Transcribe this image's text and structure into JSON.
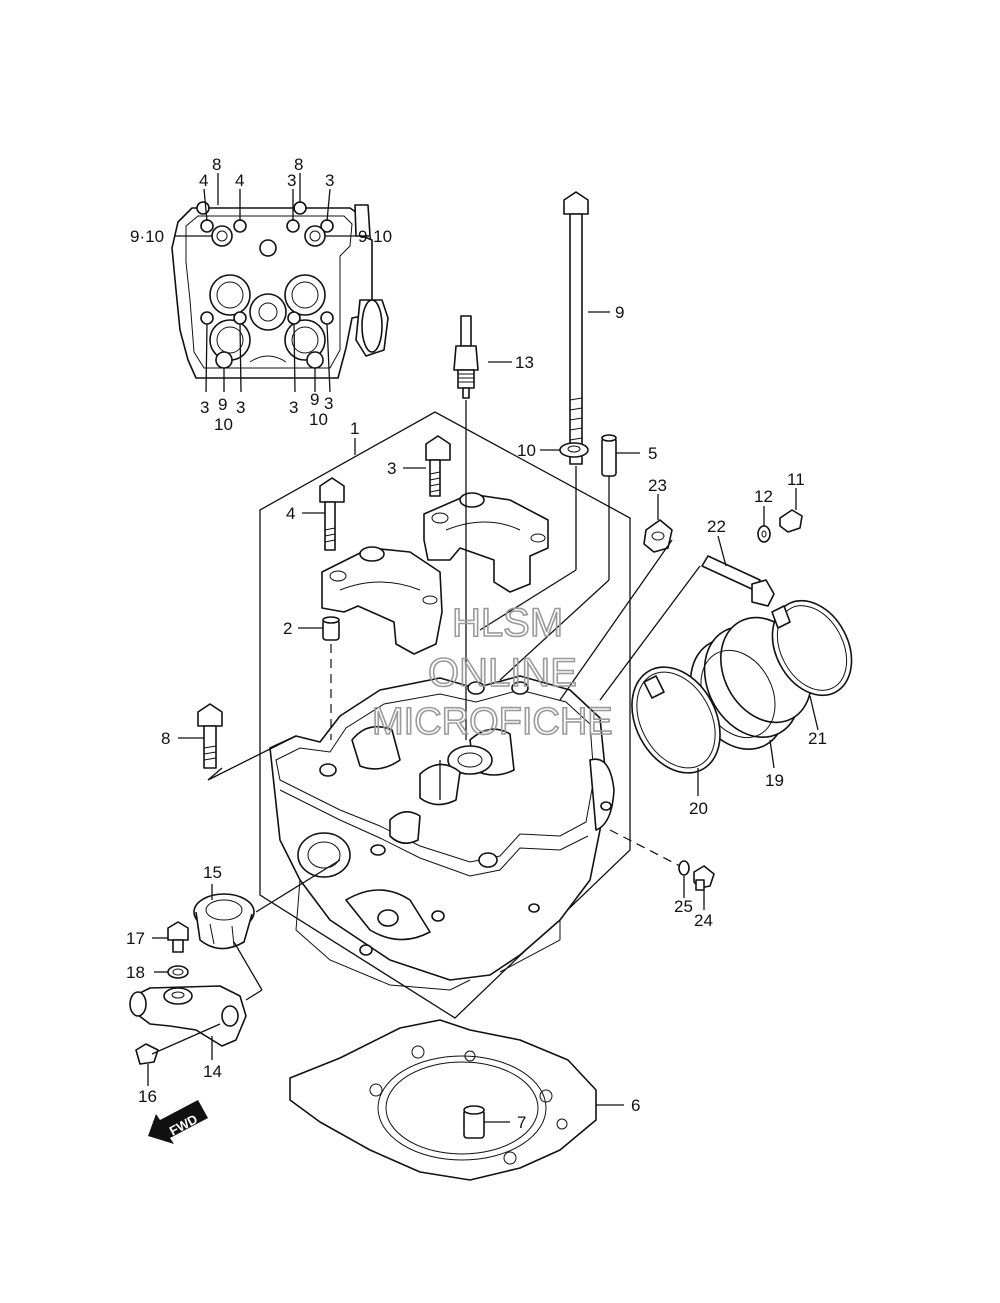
{
  "watermark": {
    "line1": "HLSM",
    "line2": "ONLINE",
    "line3": "MICROFICHE"
  },
  "fwd_label": "FWD",
  "top_view_labels": {
    "t8a": "8",
    "t8b": "8",
    "t4a": "4",
    "t4b": "4",
    "t3a": "3",
    "t3b": "3",
    "t910l": "9·10",
    "t910r": "9·10",
    "b3a": "3",
    "b9a": "9",
    "b3b": "3",
    "b10a": "10",
    "b3c": "3",
    "b9b": "9",
    "b3d": "3",
    "b10b": "10"
  },
  "callouts": {
    "c1": "1",
    "c2": "2",
    "c3": "3",
    "c4": "4",
    "c5": "5",
    "c6": "6",
    "c7": "7",
    "c8": "8",
    "c9": "9",
    "c10": "10",
    "c11": "11",
    "c12": "12",
    "c13": "13",
    "c14": "14",
    "c15": "15",
    "c16": "16",
    "c17": "17",
    "c18": "18",
    "c19": "19",
    "c20": "20",
    "c21": "21",
    "c22": "22",
    "c23": "23",
    "c24": "24",
    "c25": "25"
  }
}
